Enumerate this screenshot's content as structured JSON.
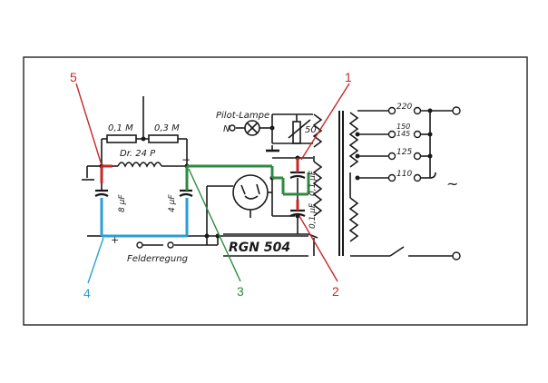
{
  "labels": {
    "r1": "0,1 M",
    "r2": "0,3 M",
    "choke": "Dr. 24 P",
    "pilot": "Pilot-Lampe",
    "n": "N",
    "r3": "50",
    "c1": "0,1 µF",
    "c2": "0,1 µF",
    "c3": "8 µF",
    "c4": "4 µF",
    "field": "Felderregung",
    "tube": "RGN 504",
    "minus": "−",
    "plus": "+",
    "tilde": "~",
    "taps": [
      "220",
      "150\n145",
      "125",
      "110"
    ]
  },
  "callouts": [
    {
      "num": "1",
      "color": "#c62828"
    },
    {
      "num": "2",
      "color": "#c62828"
    },
    {
      "num": "3",
      "color": "#2e8b3d"
    },
    {
      "num": "4",
      "color": "#2a9fd6"
    },
    {
      "num": "5",
      "color": "#c62828"
    }
  ],
  "colors": {
    "ink": "#1a1a1a",
    "red": "#c62828",
    "green": "#2e8b3d",
    "blue": "#2a9fd6"
  }
}
